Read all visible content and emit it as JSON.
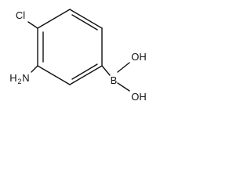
{
  "molecule": {
    "substituents": {
      "chlorine": "Cl",
      "amine_h": "H",
      "amine_sub": "2",
      "amine_n": "N",
      "boron": "B",
      "hydroxyl_top": "OH",
      "hydroxyl_bottom": "OH"
    }
  }
}
